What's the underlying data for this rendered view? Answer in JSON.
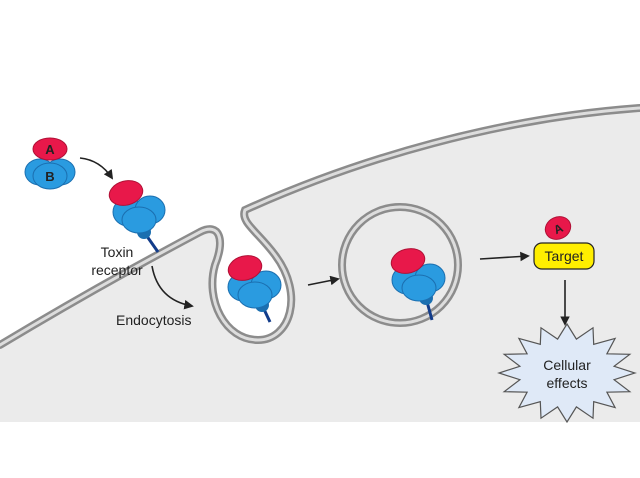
{
  "labels": {
    "subunit_a": "A",
    "subunit_b": "B",
    "toxin_receptor_line1": "Toxin",
    "toxin_receptor_line2": "receptor",
    "endocytosis": "Endocytosis",
    "target": "Target",
    "target_subunit": "A",
    "effects_line1": "Cellular",
    "effects_line2": "effects"
  },
  "colors": {
    "cell_fill": "#ebebeb",
    "membrane_stroke": "#8c8c8c",
    "membrane_core": "#dddddd",
    "subunit_a": "#e8184a",
    "subunit_b": "#2a9be0",
    "subunit_b_dark": "#1b6fb0",
    "receptor": "#123c8a",
    "target_fill": "#ffee00",
    "effects_fill": "#dfe9f7",
    "arrow": "#222222"
  }
}
